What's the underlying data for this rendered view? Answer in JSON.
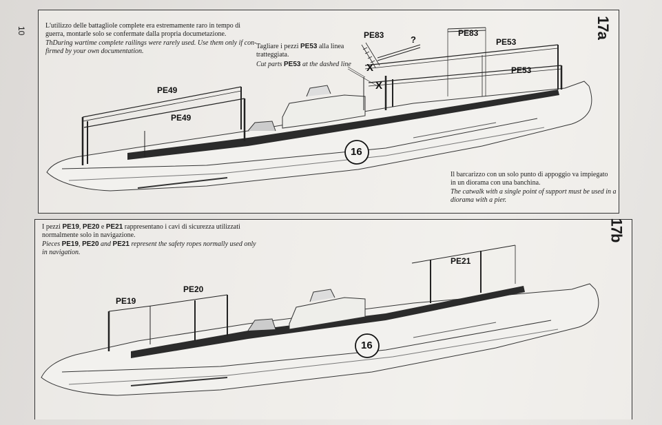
{
  "page_number": "10",
  "step_a": {
    "badge": "17a",
    "note_it_1": "L'utilizzo delle battagliole complete era estremamente raro in tempo di",
    "note_it_2": "guerra, montarle solo se confermate dalla propria documetazione.",
    "note_en_1": "ThDuring wartime complete railings were rarely used. Use them only if con-",
    "note_en_2": "firmed by your own documentation.",
    "cut_it_1": "Tagliare i pezzi",
    "cut_it_part": "PE53",
    "cut_it_2": "alla linea",
    "cut_it_3": "tratteggiata.",
    "cut_en_1": "Cut parts",
    "cut_en_part": "PE53",
    "cut_en_2": "at the dashed line",
    "catwalk_it_1": "Il barcarizzo con un solo punto di appoggio va impiegato",
    "catwalk_it_2": "in un diorama con una banchina.",
    "catwalk_en_1": "The catwalk with a single point of support must be used in a",
    "catwalk_en_2": "diorama with a pier.",
    "labels": {
      "pe49_upper": "PE49",
      "pe49_lower": "PE49",
      "pe83_left": "PE83",
      "question": "?",
      "pe83_right": "PE83",
      "pe53_upper": "PE53",
      "pe53_lower": "PE53",
      "x_mark_1": "X",
      "x_mark_2": "X",
      "part_16": "16"
    }
  },
  "step_b": {
    "badge": "17b",
    "note_it_1": "I pezzi",
    "note_it_p1": "PE19",
    "note_it_c1": ",",
    "note_it_p2": "PE20",
    "note_it_c2": "e",
    "note_it_p3": "PE21",
    "note_it_2": "rappresentano i cavi di sicurezza utilizzati",
    "note_it_3": "normalmente solo in navigazione.",
    "note_en_1": "Pieces",
    "note_en_p1": "PE19",
    "note_en_c1": ",",
    "note_en_p2": "PE20",
    "note_en_c2": "and",
    "note_en_p3": "PE21",
    "note_en_2": "represent the safety ropes normally used only",
    "note_en_3": "in navigation.",
    "labels": {
      "pe19": "PE19",
      "pe20": "PE20",
      "pe21": "PE21",
      "part_16": "16"
    }
  }
}
